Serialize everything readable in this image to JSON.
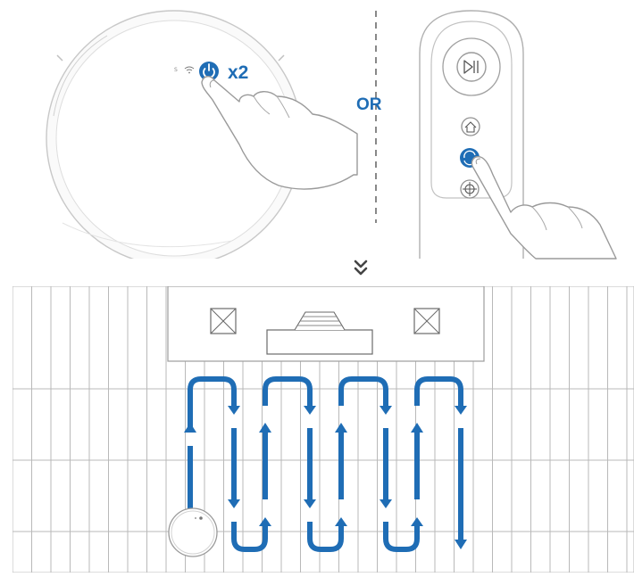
{
  "instruction": {
    "robot_power_icon": "power-icon",
    "press_count_label": "x2",
    "robot_status_letter": "S",
    "robot_wifi_icon": "wifi-icon",
    "divider_text": "OR",
    "remote_buttons": [
      "play-pause-icon",
      "home-icon",
      "clean-mode-icon",
      "spot-clean-icon"
    ],
    "step_arrow_icon": "double-chevron-down-icon"
  },
  "colors": {
    "accent_blue": "#1f6db5",
    "line_gray": "#b5b5b5",
    "text_dark": "#333333"
  },
  "cleaning_path": {
    "pattern": "zigzag",
    "passes": 8
  }
}
